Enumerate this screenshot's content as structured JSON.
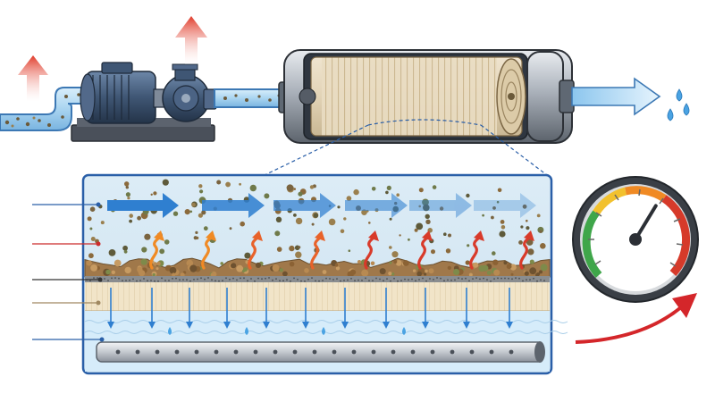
{
  "diagram": {
    "colors": {
      "background": "#ffffff",
      "pipe_water": "#a9d4f0",
      "pipe_outline": "#3c78b4",
      "feed_arrow": "#2f7fd0",
      "heat_arrow": "#e0532a",
      "upward_arrow": "#e03b2a",
      "cake_layer": "#a0784a",
      "membrane": "#f0e2c6",
      "permeate": "#d6ecfa",
      "gauge_face": "#ffffff",
      "gauge_rim": "#3a3f46",
      "gauge_green": "#3fa64a",
      "gauge_yellow": "#f2c12e",
      "gauge_orange": "#f08a24",
      "gauge_red": "#d63a2a",
      "trend_arrow": "#d4262a"
    },
    "icons": [
      "pump-icon",
      "membrane-module-icon",
      "water-drops-icon",
      "pressure-gauge-icon",
      "rising-trend-arrow-icon",
      "pressure-rise-arrow-icon"
    ],
    "callout_lines": [
      {
        "id": "feed-flow",
        "color": "#2a5fa8"
      },
      {
        "id": "foulant-particles",
        "color": "#cc2a2a"
      },
      {
        "id": "cake-layer",
        "color": "#333333"
      },
      {
        "id": "membrane-layer",
        "color": "#a08860"
      },
      {
        "id": "permeate-collector",
        "color": "#2a5fa8"
      }
    ],
    "gauge": {
      "needle_level": 0.62
    }
  }
}
